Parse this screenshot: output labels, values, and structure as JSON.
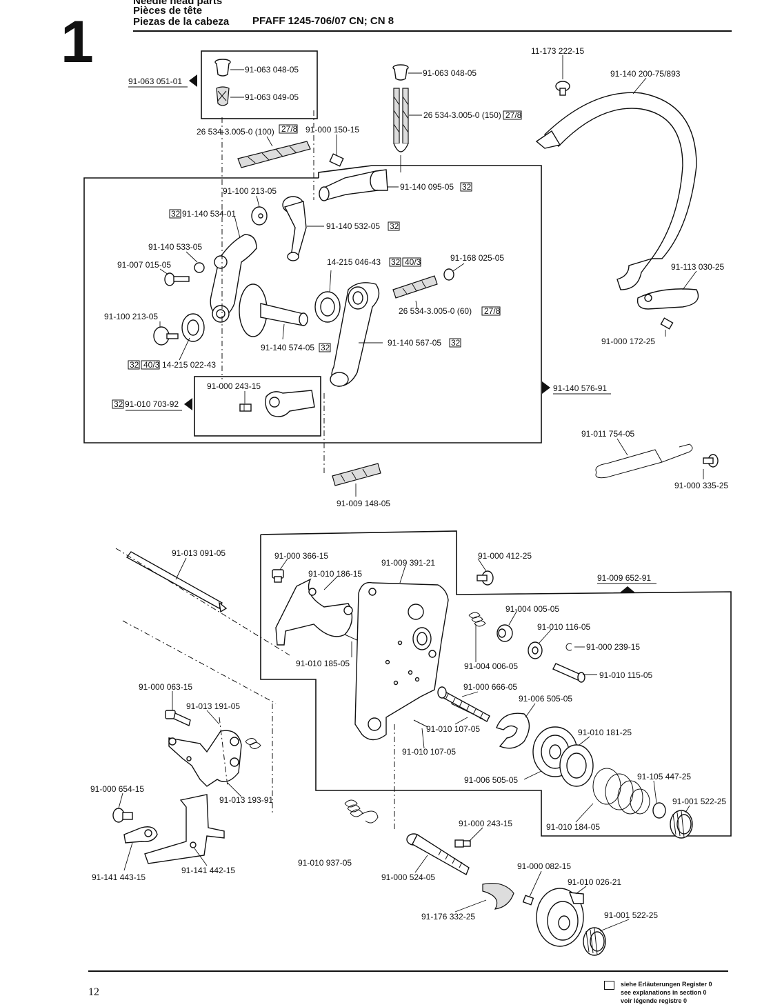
{
  "header": {
    "line1": "Needle head parts",
    "line2": "Pièces de tête",
    "line3": "Piezas de la cabeza",
    "model": "PFAFF 1245-706/07 CN; CN 8",
    "chapter": "1"
  },
  "footer": {
    "page_number": "12",
    "legend_line1": "siehe Erläuterungen Register 0",
    "legend_line2": "see explanations in section 0",
    "legend_line3": "voir légende registre 0"
  },
  "labels": [
    "91-063 051-01",
    "91-063 048-05",
    "91-063 049-05",
    "91-063 048-05",
    "26 534-3.005-0 (150)",
    "11-173 222-15",
    "91-140 200-75/893",
    "26 534-3.005-0 (100)",
    "91-000 150-15",
    "91-100 213-05",
    "91-140 095-05",
    "91-140 534-01",
    "91-140 532-05",
    "91-140 533-05",
    "91-007 015-05",
    "14-215 046-43",
    "91-168 025-05",
    "91-113 030-25",
    "26 534-3.005-0 (60)",
    "91-100 213-05",
    "91-140 574-05",
    "91-140 567-05",
    "91-000 172-25",
    "14-215 022-43",
    "91-000 243-15",
    "91-010 703-92",
    "91-140 576-91",
    "91-011 754-05",
    "91-000 335-25",
    "91-009 148-05",
    "91-013 091-05",
    "91-000 366-15",
    "91-009 391-21",
    "91-000 412-25",
    "91-010 186-15",
    "91-009 652-91",
    "91-004 005-05",
    "91-010 116-05",
    "91-000 239-15",
    "91-010 185-05",
    "91-004 006-05",
    "91-010 115-05",
    "91-000 063-15",
    "91-000 666-05",
    "91-013 191-05",
    "91-006 505-05",
    "91-010 107-05",
    "91-010 181-25",
    "91-010 107-05",
    "91-006 505-05",
    "91-105 447-25",
    "91-000 654-15",
    "91-013 193-91",
    "91-001 522-25",
    "91-010 184-05",
    "91-000 243-15",
    "91-141 443-15",
    "91-141 442-15",
    "91-010 937-05",
    "91-000 524-05",
    "91-000 082-15",
    "91-010 026-21",
    "91-176 332-25",
    "91-001 522-25"
  ],
  "badges": [
    "27/8",
    "32",
    "40/3"
  ]
}
